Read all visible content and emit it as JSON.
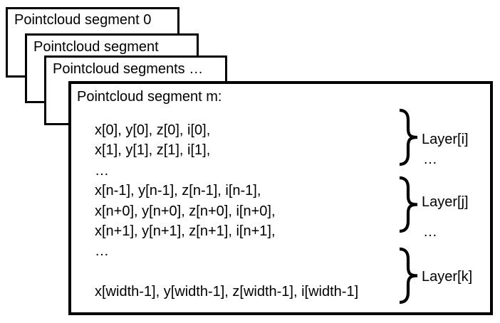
{
  "colors": {
    "background": "#ffffff",
    "stroke": "#000000"
  },
  "stack": {
    "back_boxes": [
      {
        "title": "Pointcloud segment 0"
      },
      {
        "title": "Pointcloud segment"
      },
      {
        "title": "Pointcloud segments …"
      }
    ],
    "front_box": {
      "title": "Pointcloud segment m:",
      "lines": [
        "x[0], y[0], z[0], i[0],",
        "x[1], y[1], z[1], i[1],",
        "…",
        "x[n-1], y[n-1], z[n-1], i[n-1],",
        "x[n+0], y[n+0], z[n+0], i[n+0],",
        "x[n+1], y[n+1], z[n+1], i[n+1],",
        "…",
        "",
        "x[width-1], y[width-1], z[width-1], i[width-1]"
      ]
    },
    "layer_annotations": [
      {
        "label": "Layer[i]",
        "ellipsis": "…"
      },
      {
        "label": "Layer[j]",
        "ellipsis": "…"
      },
      {
        "label": "Layer[k]"
      }
    ]
  }
}
